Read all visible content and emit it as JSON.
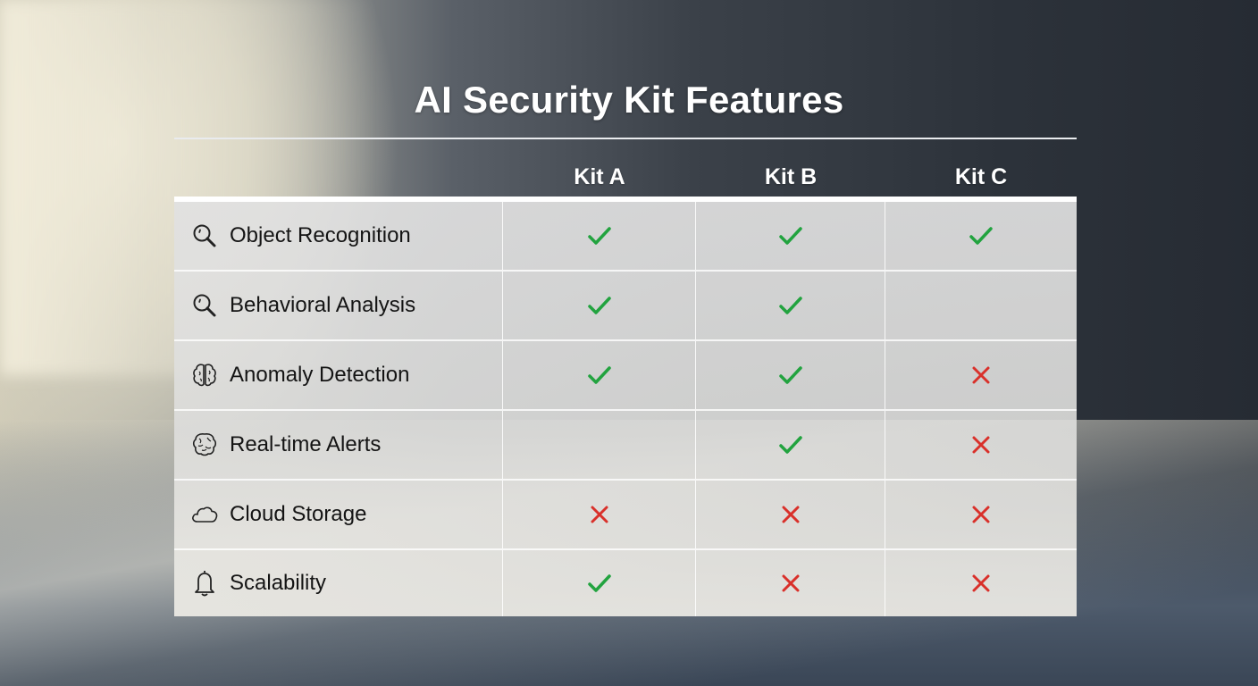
{
  "title": "AI Security Kit Features",
  "columns": [
    "Kit A",
    "Kit B",
    "Kit C"
  ],
  "colors": {
    "check": "#22a33f",
    "cross": "#d9302a",
    "text": "#141414",
    "title": "#ffffff"
  },
  "rows": [
    {
      "feature": "Object Recognition",
      "icon": "magnifier-icon",
      "kit_a": "check",
      "kit_b": "check",
      "kit_c": "check"
    },
    {
      "feature": "Behavioral Analysis",
      "icon": "magnifier-icon",
      "kit_a": "check",
      "kit_b": "check",
      "kit_c": "none"
    },
    {
      "feature": "Anomaly Detection",
      "icon": "brain-icon",
      "kit_a": "check",
      "kit_b": "check",
      "kit_c": "cross"
    },
    {
      "feature": "Real-time Alerts",
      "icon": "brain-icon",
      "kit_a": "none",
      "kit_b": "check",
      "kit_c": "cross"
    },
    {
      "feature": "Cloud Storage",
      "icon": "cloud-icon",
      "kit_a": "cross",
      "kit_b": "cross",
      "kit_c": "cross"
    },
    {
      "feature": "Scalability",
      "icon": "bell-icon",
      "kit_a": "check",
      "kit_b": "cross",
      "kit_c": "cross"
    }
  ]
}
